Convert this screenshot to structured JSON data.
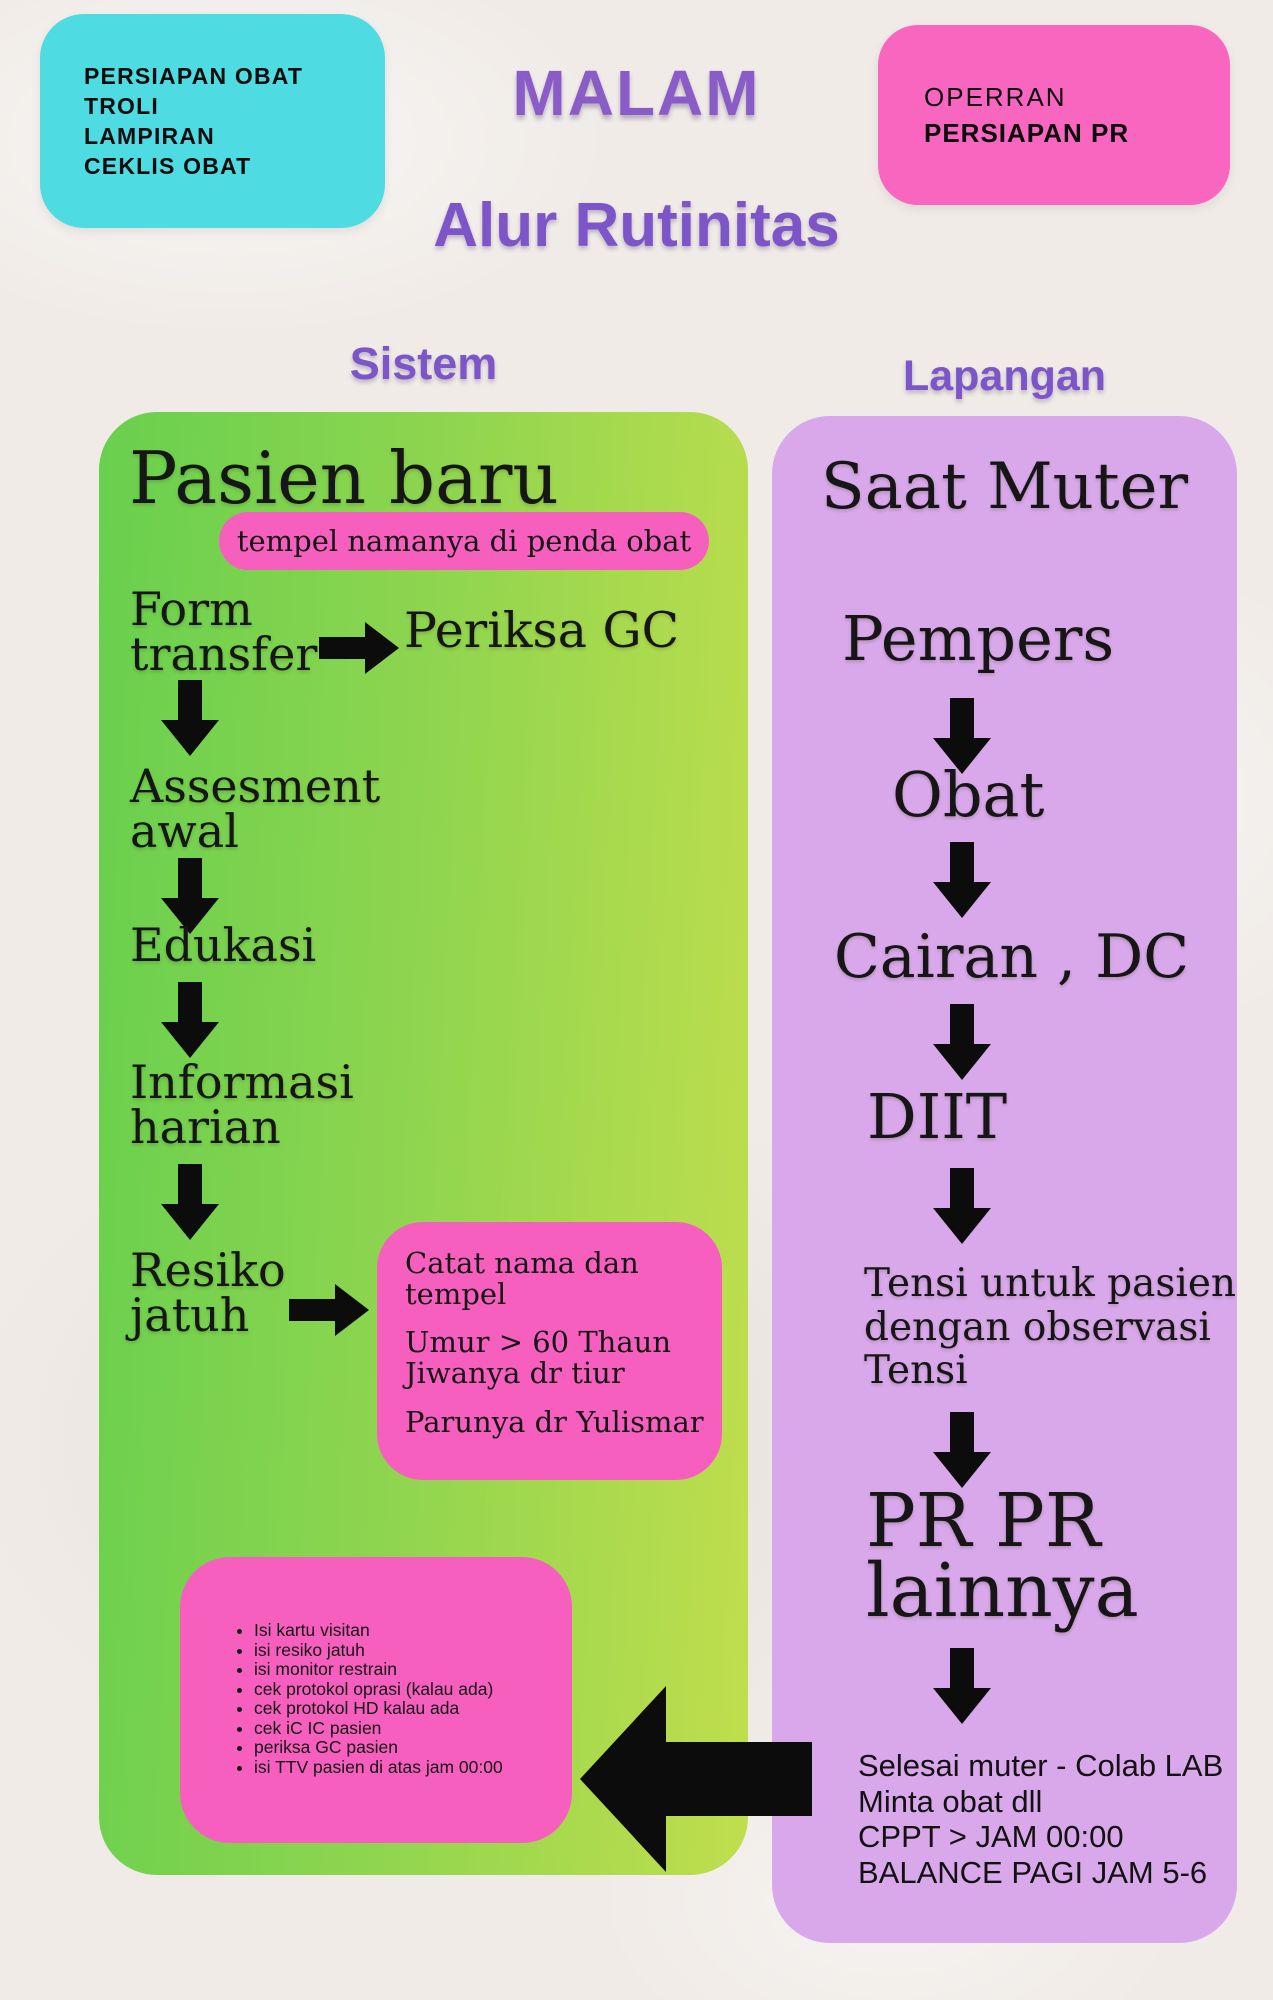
{
  "header": {
    "prep_box_lines": "PERSIAPAN OBAT\nTROLI\nLAMPIRAN\nCEKLIS OBAT",
    "shift_title": "MALAM",
    "operran_line1": "OPERRAN",
    "operran_line2": "PERSIAPAN PR",
    "main_title": "Alur Rutinitas",
    "left_column_title": "Sistem",
    "right_column_title": "Lapangan"
  },
  "sistem_flow": {
    "heading": "Pasien baru",
    "pill_note": "tempel namanya di penda obat",
    "step_form_transfer": "Form\ntransfer",
    "periksa_gc": "Periksa GC",
    "step_assesment": "Assesment\nawal",
    "step_edukasi": "Edukasi",
    "step_informasi": "Informasi\nharian",
    "step_resiko": "Resiko\njatuh",
    "note_catat": "Catat nama dan\ntempel",
    "note_umur": "Umur > 60 Thaun\nJiwanya dr tiur",
    "note_paru": "Parunya dr Yulismar",
    "checklist": [
      "Isi kartu visitan",
      "isi resiko jatuh",
      "isi monitor restrain",
      "cek protokol oprasi (kalau ada)",
      "cek protokol HD kalau ada",
      "cek iC IC pasien",
      "periksa GC pasien",
      "isi TTV pasien di atas jam 00:00"
    ]
  },
  "lapangan_flow": {
    "heading": "Saat Muter",
    "step_pempers": "Pempers",
    "step_obat": "Obat",
    "step_cairan": "Cairan , DC",
    "step_diit": "DIIT",
    "step_tensi": "Tensi untuk pasien\ndengan observasi\nTensi",
    "step_pr": "PR PR\nlainnya",
    "footer_notes": "Selesai muter - Colab LAB\nMinta obat dll\nCPPT > JAM 00:00\nBALANCE PAGI JAM 5-6"
  },
  "colors": {
    "background_paper": "#F0EBE7",
    "cyan_box": "#4FDBE2",
    "pink": "#F75FBF",
    "pink_box_top": "#F866C0",
    "purple_title": "#7C56C8",
    "malam_purple": "#8A5CC8",
    "panel_purple": "#D9A8EB",
    "panel_green_from": "#68D04E",
    "panel_green_to": "#C0DE4D",
    "arrow_black": "#0C0C0C"
  }
}
